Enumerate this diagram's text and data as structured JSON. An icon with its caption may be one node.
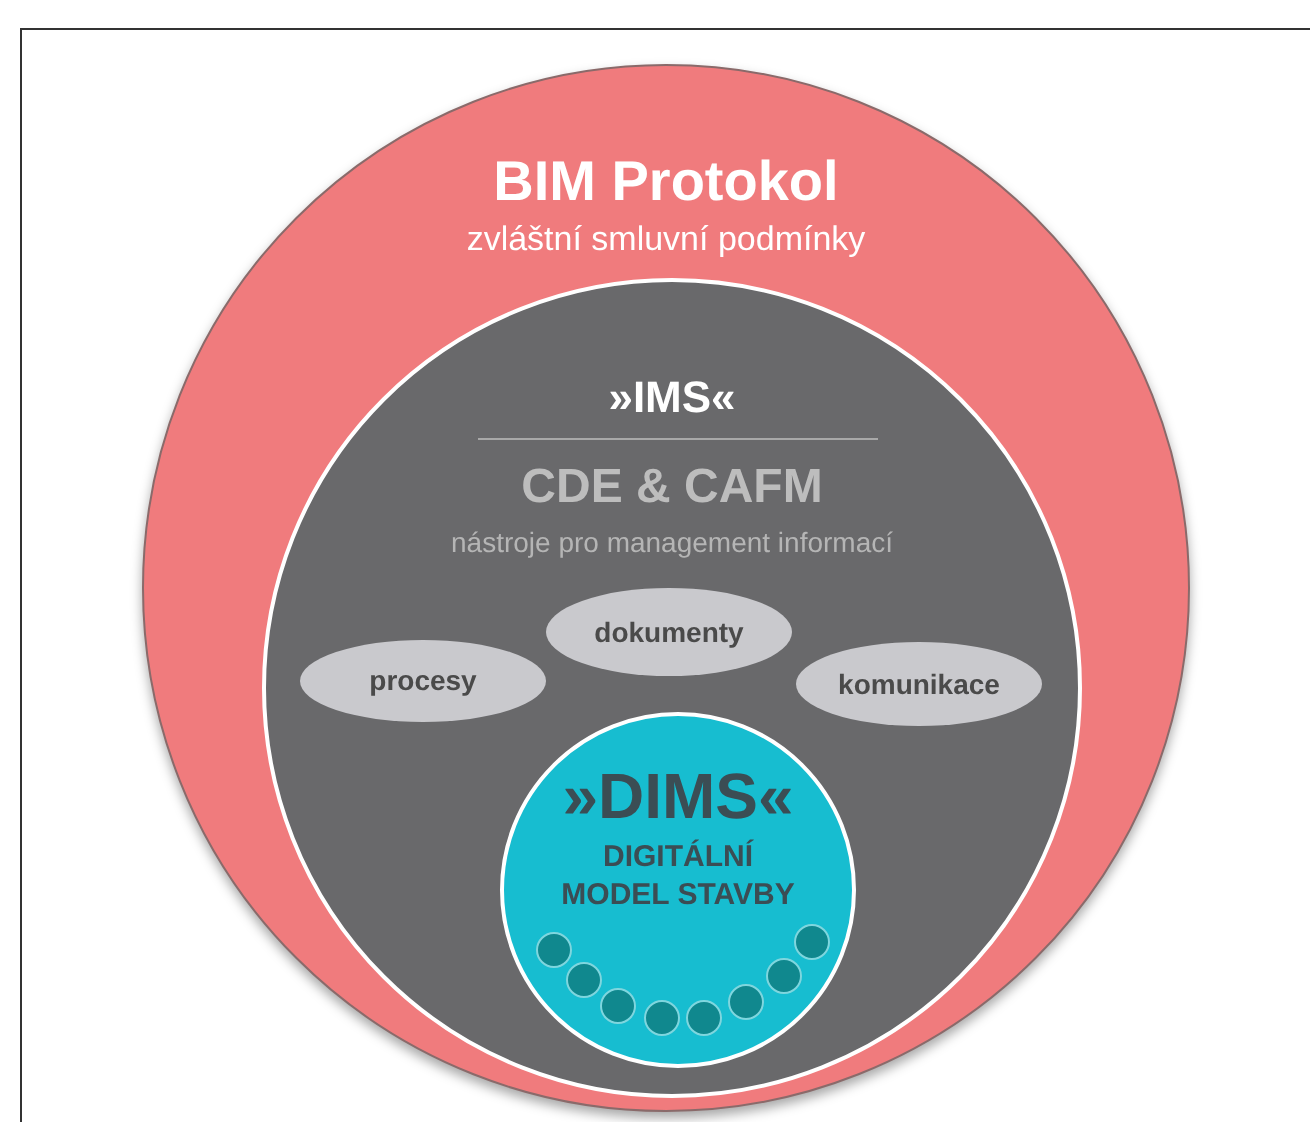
{
  "diagram": {
    "nodes": [
      {
        "text": [
          "BIM Protokol",
          "zvláštní smluvní podmínky"
        ]
      },
      {
        "text": [
          "»IMS«",
          "CDE & CAFM",
          "nástroje pro management informací"
        ],
        "in": 0
      },
      {
        "text": [
          "procesy"
        ],
        "in": 1
      },
      {
        "text": [
          "dokumenty"
        ],
        "in": 1
      },
      {
        "text": [
          "komunikace"
        ],
        "in": 1
      },
      {
        "text": [
          "»DIMS«",
          "DIGITÁLNÍ MODEL STAVBY"
        ],
        "in": 1
      },
      {
        "text": [],
        "shape": "circle",
        "in": 5
      },
      {
        "text": [],
        "shape": "circle",
        "in": 5
      },
      {
        "text": [],
        "shape": "circle",
        "in": 5
      },
      {
        "text": [],
        "shape": "circle",
        "in": 5
      },
      {
        "text": [],
        "shape": "circle",
        "in": 5
      },
      {
        "text": [],
        "shape": "circle",
        "in": 5
      },
      {
        "text": [],
        "shape": "circle",
        "in": 5
      },
      {
        "text": [],
        "shape": "circle",
        "in": 5
      }
    ],
    "edges": []
  }
}
